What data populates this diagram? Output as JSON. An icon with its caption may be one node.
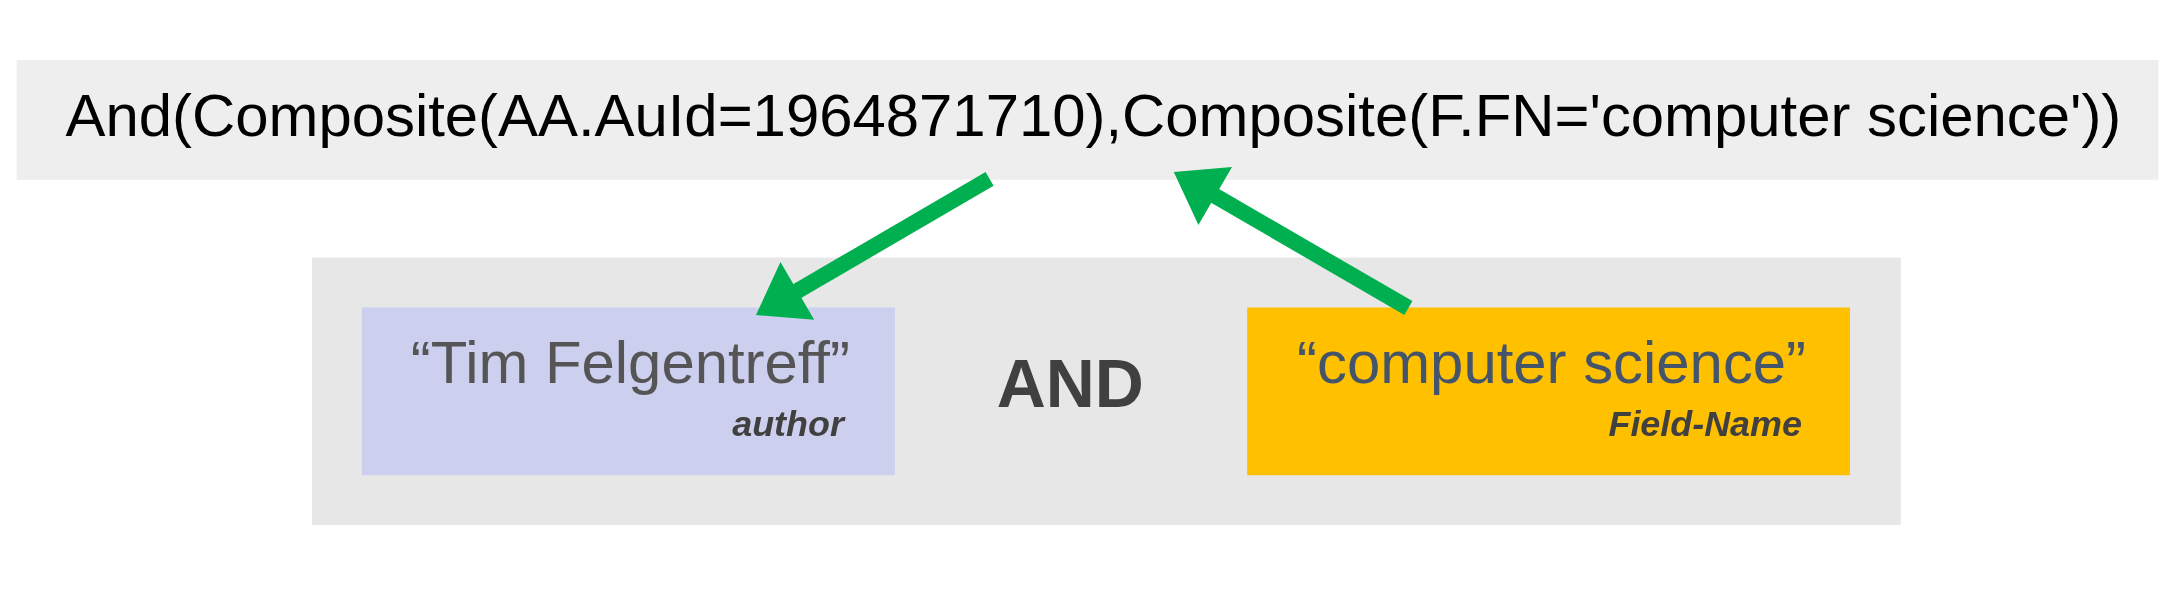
{
  "diagram": {
    "nodes": [
      {
        "text": [
          "And(Composite(AA.AuId=1964871710),Composite(F.FN='computer science'))"
        ]
      },
      {
        "text": [],
        "shape": "box"
      },
      {
        "text": [
          "“Tim Felgentreff”",
          "author"
        ],
        "in": 1
      },
      {
        "text": [
          "“computer science”",
          "Field-Name"
        ],
        "in": 1
      }
    ],
    "edges": [
      {
        "from": 0,
        "to": 2,
        "arrow": "to"
      },
      {
        "from": 3,
        "to": 0,
        "arrow": "to"
      }
    ],
    "labels": [
      "AND"
    ]
  }
}
